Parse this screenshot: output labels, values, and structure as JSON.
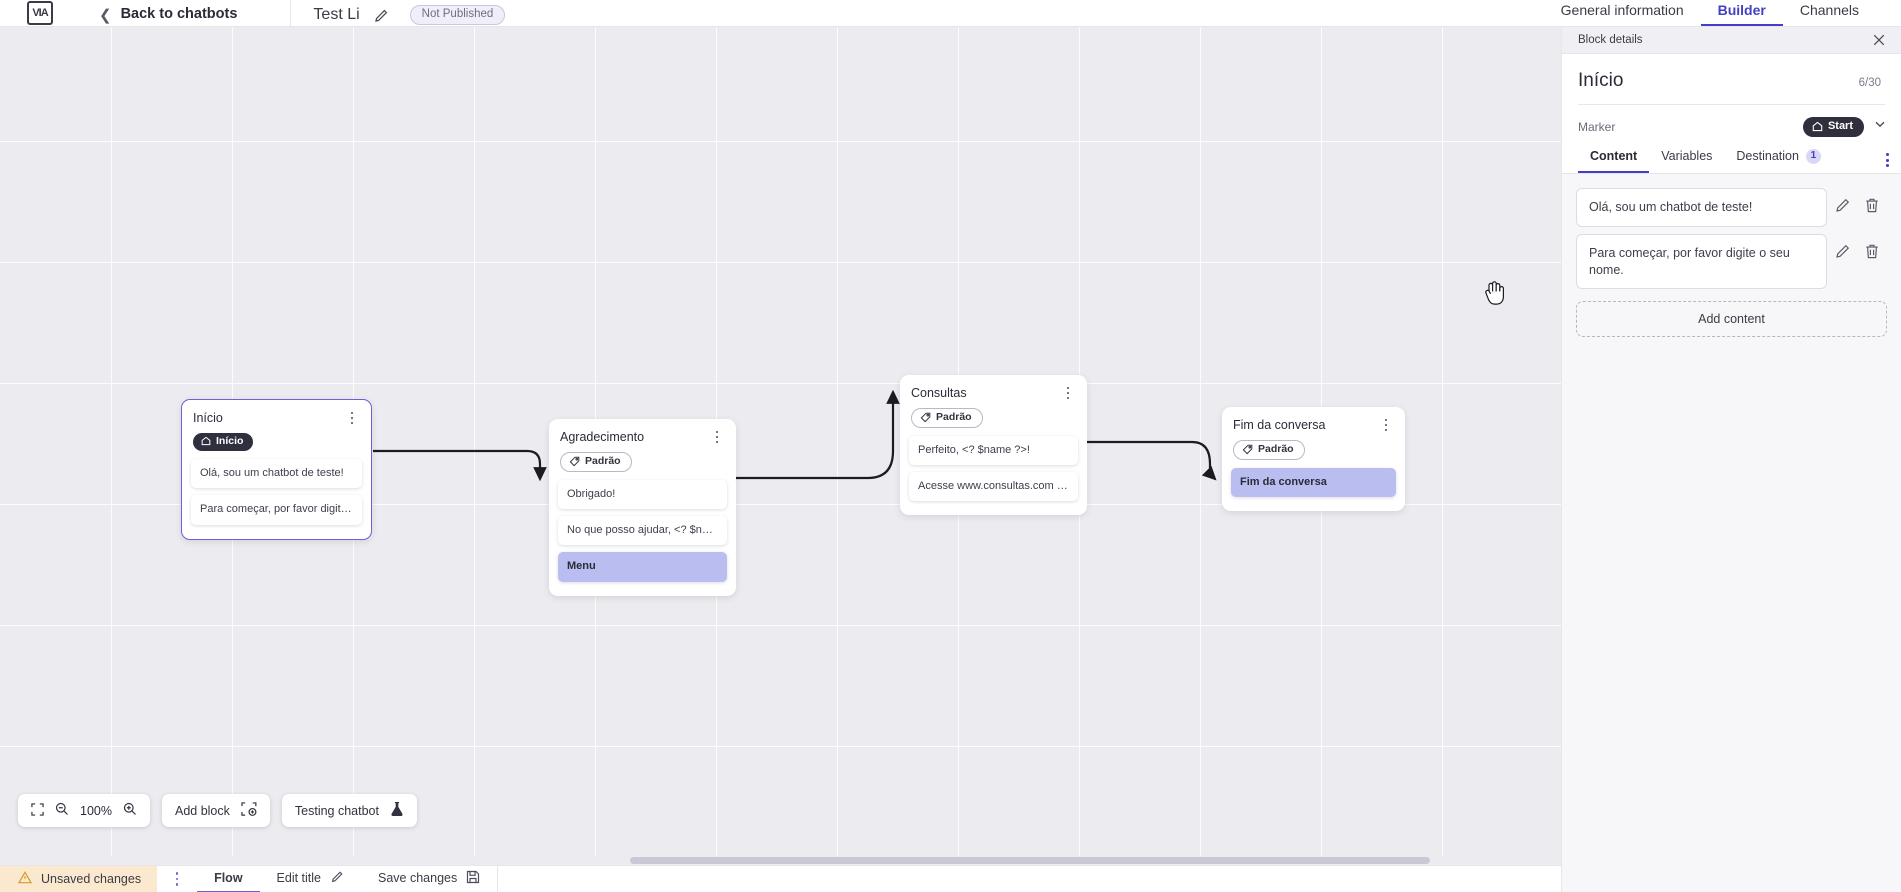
{
  "topbar": {
    "logo_glyph": "VIA",
    "back_label": "Back to chatbots",
    "doc_title": "Test Li",
    "publish_status": "Not Published",
    "tabs": [
      {
        "label": "General information",
        "active": false
      },
      {
        "label": "Builder",
        "active": true
      },
      {
        "label": "Channels",
        "active": false
      }
    ]
  },
  "canvas": {
    "nodes": [
      {
        "title": "Início",
        "tag": "Início",
        "tag_type": "start",
        "selected": true,
        "messages": [
          {
            "text": "Olá, sou um chatbot de teste!",
            "highlight": false
          },
          {
            "text": "Para começar, por favor digite o ...",
            "highlight": false
          }
        ]
      },
      {
        "title": "Agradecimento",
        "tag": "Padrão",
        "tag_type": "padrao",
        "selected": false,
        "messages": [
          {
            "text": "Obrigado!",
            "highlight": false
          },
          {
            "text": "No que posso ajudar, <? $name ...",
            "highlight": false
          },
          {
            "text": "Menu",
            "highlight": true
          }
        ]
      },
      {
        "title": "Consultas",
        "tag": "Padrão",
        "tag_type": "padrao",
        "selected": false,
        "messages": [
          {
            "text": "Perfeito, <? $name ?>!",
            "highlight": false
          },
          {
            "text": "Acesse www.consultas.com par...",
            "highlight": false
          }
        ]
      },
      {
        "title": "Fim da conversa",
        "tag": "Padrão",
        "tag_type": "padrao",
        "selected": false,
        "messages": [
          {
            "text": "Fim da conversa",
            "highlight": true
          }
        ]
      }
    ],
    "toolbar": {
      "zoom_value": "100%",
      "add_block_label": "Add block",
      "testing_label": "Testing chatbot"
    }
  },
  "bottombar": {
    "unsaved_label": "Unsaved changes",
    "flow_label": "Flow",
    "edit_title_label": "Edit title",
    "save_changes_label": "Save changes"
  },
  "panel": {
    "header_label": "Block details",
    "title": "Início",
    "counter": "6/30",
    "marker_label": "Marker",
    "marker_value": "Start",
    "tabs": [
      {
        "label": "Content",
        "badge": "",
        "active": true
      },
      {
        "label": "Variables",
        "badge": "",
        "active": false
      },
      {
        "label": "Destination",
        "badge": "1",
        "active": false
      }
    ],
    "contents": [
      {
        "text": "Olá, sou um chatbot de teste!"
      },
      {
        "text": "Para começar, por favor digite o seu nome."
      }
    ],
    "add_content_label": "Add content"
  },
  "colors": {
    "accent": "#4340c4",
    "accent_soft": "#6b62d8",
    "highlight_msg": "#b9bdf0",
    "dark_pill": "#2f2f3d",
    "warning_bg": "#fbe9cf",
    "canvas_bg": "#ececf0"
  }
}
